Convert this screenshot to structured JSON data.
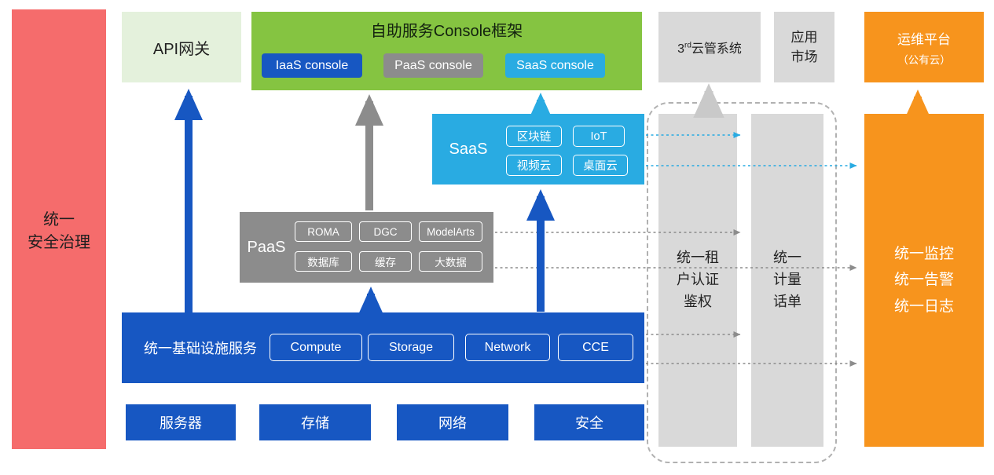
{
  "colors": {
    "red": "#F56C6C",
    "light_green": "#E4F1DC",
    "green": "#85C441",
    "blue": "#1757C2",
    "gray": "#8C8C8C",
    "cyan": "#29ABE2",
    "light_gray": "#D9D9D9",
    "orange": "#F7941D"
  },
  "security_bar": {
    "label": "统一\n安全治理"
  },
  "api_gateway": {
    "label": "API网关"
  },
  "console_framework": {
    "title": "自助服务Console框架",
    "consoles": [
      {
        "label": "IaaS console"
      },
      {
        "label": "PaaS console"
      },
      {
        "label": "SaaS console"
      }
    ]
  },
  "third_party_cloud": {
    "prefix": "3",
    "sup": "rd",
    "suffix": "云管系统"
  },
  "app_market": {
    "label": "应用\n市场"
  },
  "om_platform": {
    "line1": "运维平台",
    "line2": "（公有云）"
  },
  "saas": {
    "label": "SaaS",
    "items": [
      "区块链",
      "IoT",
      "视频云",
      "桌面云"
    ]
  },
  "paas": {
    "label": "PaaS",
    "items": [
      "ROMA",
      "DGC",
      "ModelArts",
      "数据库",
      "缓存",
      "大数据"
    ]
  },
  "infrastructure": {
    "label": "统一基础设施服务",
    "items": [
      "Compute",
      "Storage",
      "Network",
      "CCE"
    ]
  },
  "resource_row": {
    "items": [
      "服务器",
      "存储",
      "网络",
      "安全"
    ]
  },
  "auth_bar": {
    "label": "统一租\n户认证\n鉴权"
  },
  "metering_bar": {
    "label": "统一\n计量\n话单"
  },
  "monitoring_bar": {
    "label": "统一监控\n统一告警\n统一日志"
  }
}
